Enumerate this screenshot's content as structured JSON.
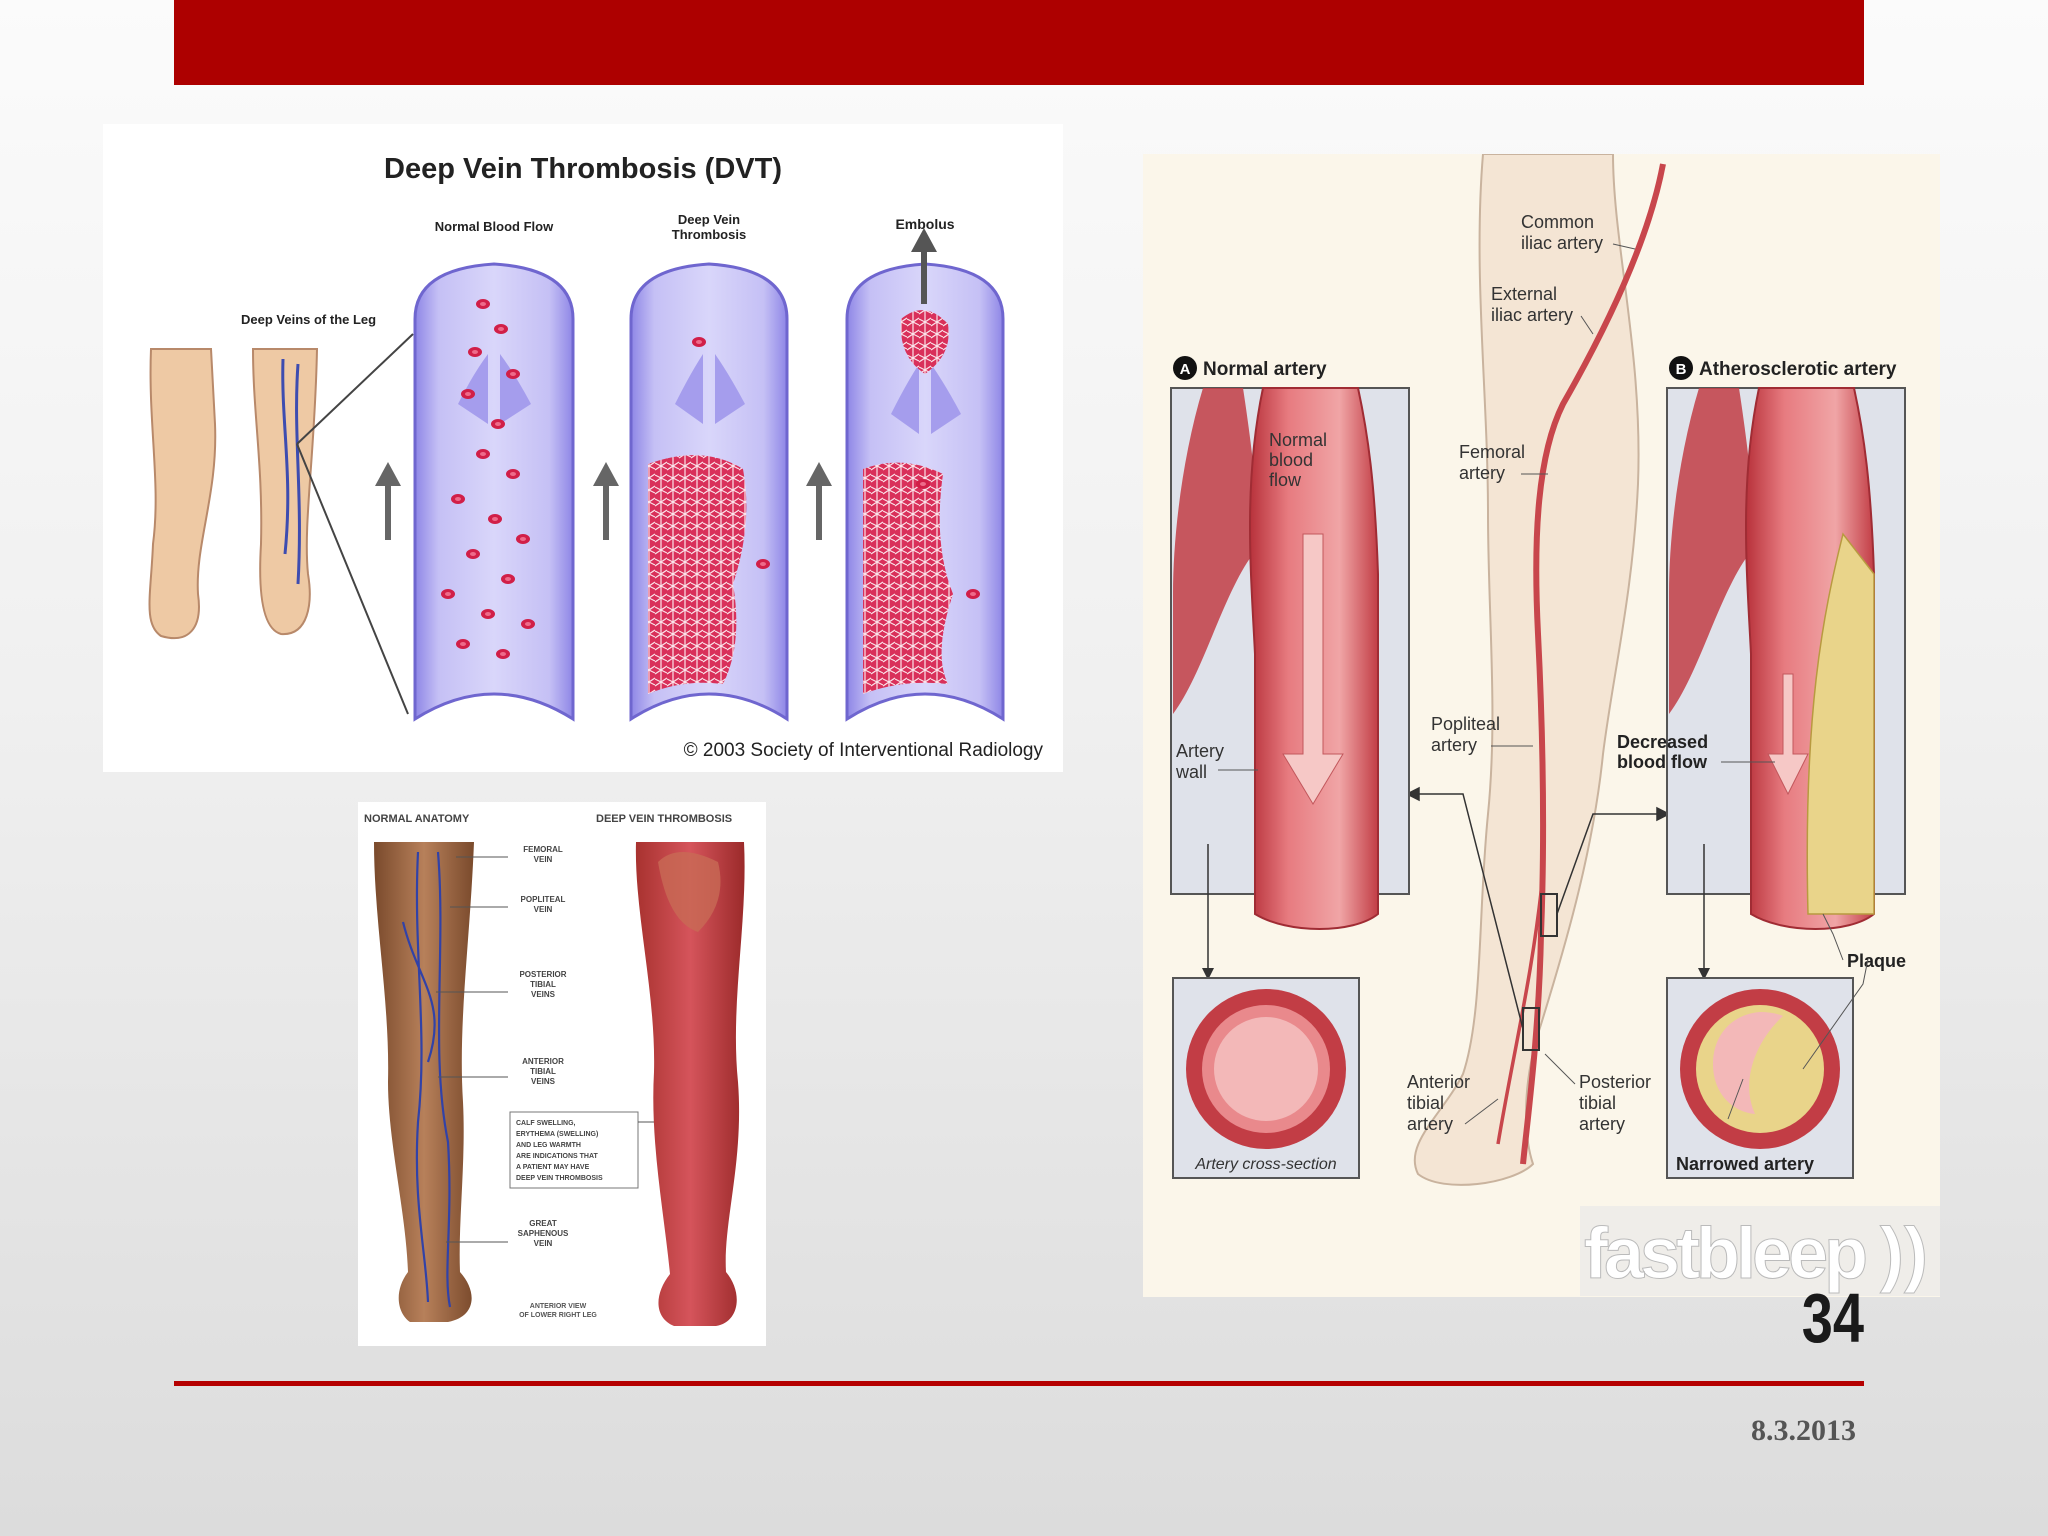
{
  "slide": {
    "number": "34",
    "date": "8.3.2013",
    "accent": "#ad0000"
  },
  "dvt": {
    "title": "Deep Vein Thrombosis (DVT)",
    "legend_legs": "Deep Veins of the Leg",
    "col_normal": "Normal Blood Flow",
    "col_dvt_line1": "Deep Vein",
    "col_dvt_line2": "Thrombosis",
    "col_embolus": "Embolus",
    "copyright": "© 2003 Society of Interventional Radiology"
  },
  "anatomy": {
    "left_heading": "NORMAL ANATOMY",
    "right_heading": "DEEP VEIN THROMBOSIS",
    "labels": [
      [
        "FEMORAL",
        "VEIN"
      ],
      [
        "POPLITEAL",
        "VEIN"
      ],
      [
        "POSTERIOR",
        "TIBIAL",
        "VEINS"
      ],
      [
        "ANTERIOR",
        "TIBIAL",
        "VEINS"
      ],
      [
        "GREAT",
        "SAPHENOUS",
        "VEIN"
      ]
    ],
    "box_lines": [
      "CALF SWELLING,",
      "ERYTHEMA (SWELLING)",
      "AND LEG WARMTH",
      "ARE INDICATIONS THAT",
      "A PATIENT MAY HAVE",
      "DEEP VEIN THROMBOSIS"
    ],
    "footer_lines": [
      "ANTERIOR VIEW",
      "OF LOWER RIGHT LEG"
    ]
  },
  "artery": {
    "badge_a": "A",
    "normal_title": "Normal artery",
    "badge_b": "B",
    "athero_title": "Atherosclerotic artery",
    "common_iliac": [
      "Common",
      "iliac artery"
    ],
    "external_iliac": [
      "External",
      "iliac artery"
    ],
    "femoral": [
      "Femoral",
      "artery"
    ],
    "popliteal": [
      "Popliteal",
      "artery"
    ],
    "anterior_tibial": [
      "Anterior",
      "tibial",
      "artery"
    ],
    "posterior_tibial": [
      "Posterior",
      "tibial",
      "artery"
    ],
    "normal_flow": [
      "Normal",
      "blood",
      "flow"
    ],
    "artery_wall": [
      "Artery",
      "wall"
    ],
    "cross_section": "Artery cross-section",
    "decreased_flow": [
      "Decreased",
      "blood flow"
    ],
    "plaque": "Plaque",
    "narrowed": "Narrowed artery"
  },
  "logo": {
    "text": "fastbleep",
    "mark": "))"
  }
}
